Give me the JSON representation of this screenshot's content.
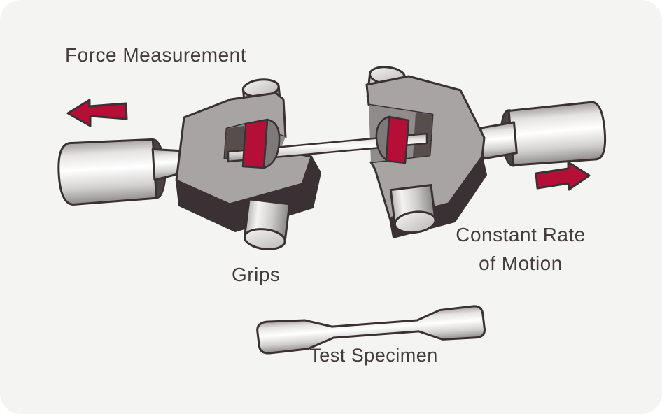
{
  "scene": {
    "description": "Tensile test schematic: two grips pulling a test specimen",
    "labels": {
      "force_measurement": "Force Measurement",
      "grips": "Grips",
      "constant_rate_line1": "Constant Rate",
      "constant_rate_line2": "of Motion",
      "test_specimen": "Test Specimen"
    },
    "icons": [
      "arrow-left-icon",
      "arrow-right-icon"
    ],
    "parts": [
      "left-actuator-cylinder",
      "left-grip",
      "left-grip-insert",
      "specimen-rod",
      "right-grip",
      "right-grip-insert",
      "right-actuator-cylinder",
      "test-specimen-illustration"
    ],
    "colors": {
      "canvas_background": "#f4f4f2",
      "page_background": "#ffffff",
      "outline": "#3a3134",
      "metal_gray": "#a7a4a3",
      "inner_gray": "#8f8c8b",
      "roller_gray": "#7d7978",
      "accent_red": "#b50f38",
      "text": "#443c3e"
    }
  }
}
